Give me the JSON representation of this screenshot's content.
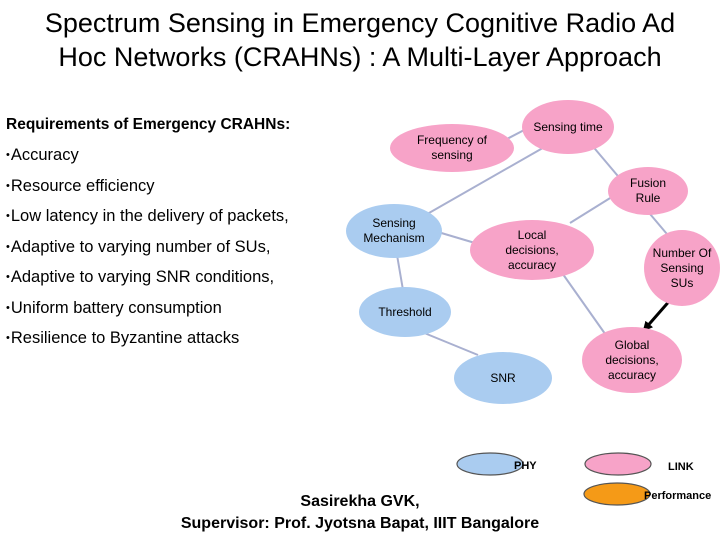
{
  "title_line1": "Spectrum Sensing in Emergency Cognitive Radio Ad",
  "title_line2": "Hoc Networks (CRAHNs) : A Multi-Layer Approach",
  "requirements": {
    "heading": "Requirements of Emergency CRAHNs:",
    "items": [
      "Accuracy",
      "Resource efficiency",
      "Low latency in the delivery of packets,",
      "Adaptive to varying number of SUs,",
      "Adaptive to varying SNR conditions,",
      "Uniform battery consumption",
      "Resilience to Byzantine attacks"
    ]
  },
  "nodes": {
    "sensing_time": "Sensing time",
    "frequency": "Frequency of sensing",
    "fusion_rule": "Fusion Rule",
    "sensing_mechanism": "Sensing Mechanism",
    "local_decisions": "Local decisions, accuracy",
    "number_sus": "Number Of Sensing SUs",
    "threshold": "Threshold",
    "global_decisions": "Global decisions, accuracy",
    "snr": "SNR"
  },
  "legend": {
    "phy": "PHY",
    "link": "LINK",
    "performance": "Performance"
  },
  "credit": {
    "author": "Sasirekha GVK,",
    "supervisor": "Supervisor: Prof. Jyotsna Bapat, IIIT Bangalore"
  },
  "colors": {
    "phy": "#aaccf0",
    "link": "#f7a3c8",
    "performance": "#f59a17",
    "edge": "#a9b0d0"
  }
}
